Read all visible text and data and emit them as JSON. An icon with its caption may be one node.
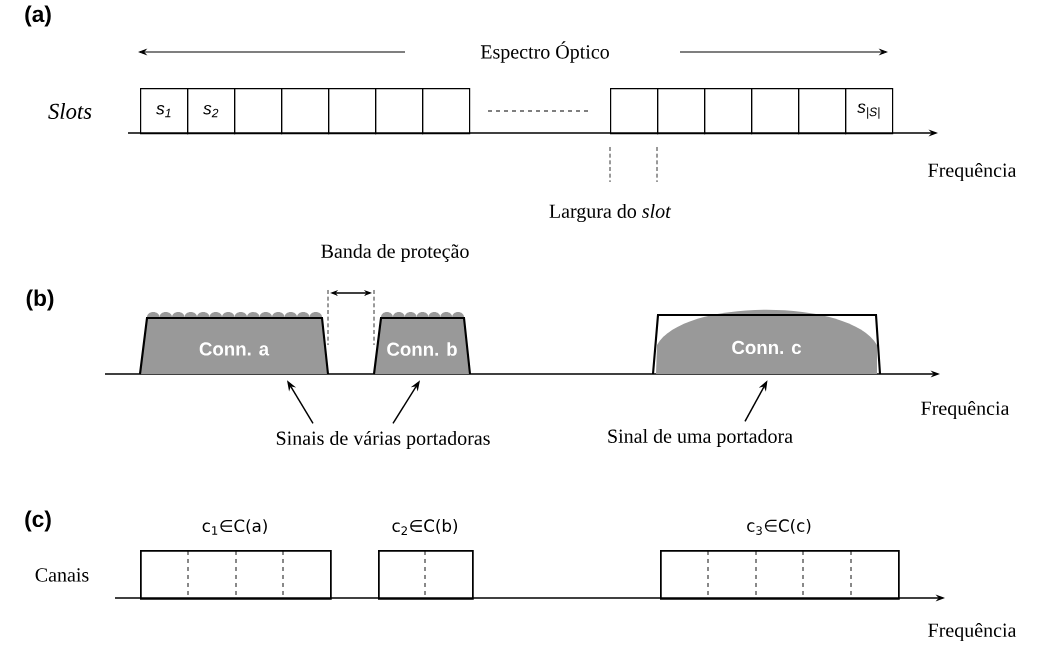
{
  "diagram": {
    "nodes": [
      {
        "text": [
          "s$_{1}$"
        ]
      },
      {
        "text": [
          "s$_{2}$"
        ]
      },
      {
        "text": [],
        "shape": "box"
      },
      {
        "text": [],
        "shape": "box"
      },
      {
        "text": [],
        "shape": "box"
      },
      {
        "text": [],
        "shape": "box"
      },
      {
        "text": [],
        "shape": "box"
      },
      {
        "text": [],
        "shape": "box"
      },
      {
        "text": [],
        "shape": "box"
      },
      {
        "text": [],
        "shape": "box"
      },
      {
        "text": [],
        "shape": "box"
      },
      {
        "text": [],
        "shape": "box"
      },
      {
        "text": [
          "s$_{|S|}$"
        ]
      },
      {
        "text": [
          "Conn. a"
        ]
      },
      {
        "text": [
          "Conn. b"
        ]
      },
      {
        "text": [
          "Conn. c"
        ]
      },
      {
        "text": [
          "Sinais de várias portadoras"
        ]
      },
      {
        "text": [
          "Sinal de uma portadora"
        ]
      },
      {
        "text": [
          "c$_{1}$∈C(a)"
        ]
      },
      {
        "text": [
          "c$_{2}$∈C(b)"
        ]
      },
      {
        "text": [
          "c$_{3}$∈C(c)"
        ]
      }
    ],
    "edges": [
      {
        "from": 16,
        "to": 13,
        "arrow": "to"
      },
      {
        "from": 16,
        "to": 14,
        "arrow": "to"
      },
      {
        "from": 17,
        "to": 15,
        "arrow": "to"
      }
    ],
    "labels": [
      "(a)",
      "Espectro Óptico",
      "Slots",
      "Frequência",
      "Largura do *slot*",
      "Banda de proteção",
      "(b)",
      "Frequência",
      "(c)",
      "Canais",
      "Frequência"
    ]
  }
}
